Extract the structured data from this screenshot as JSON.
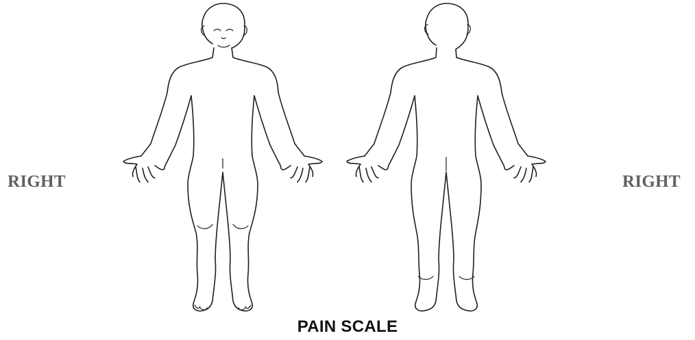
{
  "labels": {
    "left_side": "RIGHT",
    "right_side": "RIGHT"
  },
  "title": "PAIN SCALE",
  "figures": {
    "front": "front-body-outline",
    "back": "back-body-outline"
  },
  "colors": {
    "side_label": "#5f5f5f",
    "title": "#111111",
    "outline": "#1e1e1e",
    "background": "#ffffff"
  }
}
